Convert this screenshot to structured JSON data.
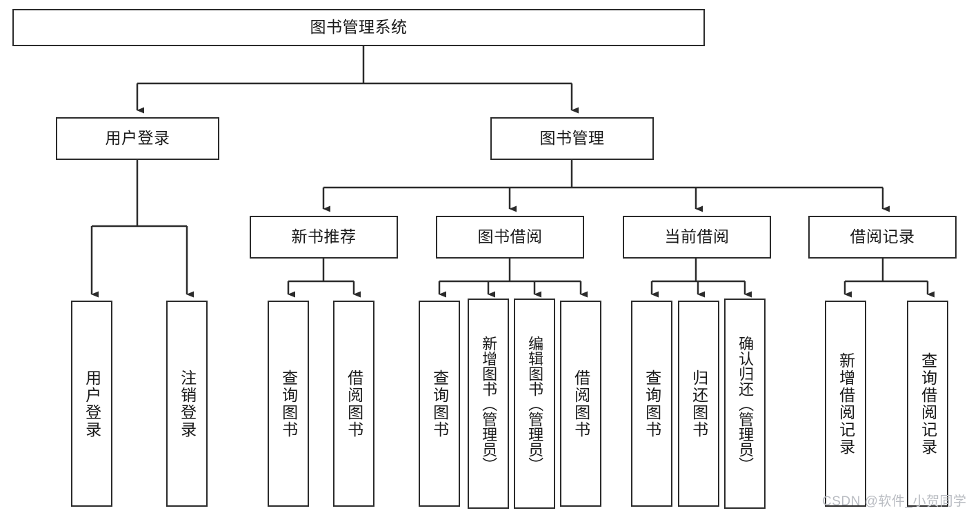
{
  "diagram": {
    "type": "tree-hierarchy-chart",
    "title": "图书管理系统",
    "stroke_color": "#2b2b2b",
    "background_color": "#ffffff",
    "text_color": "#1a1a1a",
    "levels": [
      {
        "level": 1,
        "nodes": [
          {
            "id": "root",
            "label": "图书管理系统",
            "orientation": "horizontal"
          }
        ]
      },
      {
        "level": 2,
        "nodes": [
          {
            "id": "login",
            "label": "用户登录",
            "orientation": "horizontal",
            "parent": "root"
          },
          {
            "id": "bookmgmt",
            "label": "图书管理",
            "orientation": "horizontal",
            "parent": "root"
          }
        ]
      },
      {
        "level": 3,
        "nodes": [
          {
            "id": "newbook",
            "label": "新书推荐",
            "orientation": "horizontal",
            "parent": "bookmgmt"
          },
          {
            "id": "borrow",
            "label": "图书借阅",
            "orientation": "horizontal",
            "parent": "bookmgmt"
          },
          {
            "id": "current",
            "label": "当前借阅",
            "orientation": "horizontal",
            "parent": "bookmgmt"
          },
          {
            "id": "records",
            "label": "借阅记录",
            "orientation": "horizontal",
            "parent": "bookmgmt"
          }
        ]
      },
      {
        "level": 4,
        "nodes": [
          {
            "id": "leaf1",
            "label": "用户登录",
            "orientation": "vertical",
            "parent": "login"
          },
          {
            "id": "leaf2",
            "label": "注销登录",
            "orientation": "vertical",
            "parent": "login"
          },
          {
            "id": "leaf3",
            "label": "查询图书",
            "orientation": "vertical",
            "parent": "newbook"
          },
          {
            "id": "leaf4",
            "label": "借阅图书",
            "orientation": "vertical",
            "parent": "newbook"
          },
          {
            "id": "leaf5",
            "label": "查询图书",
            "orientation": "vertical",
            "parent": "borrow"
          },
          {
            "id": "leaf6",
            "label": "新增图书（管理员）",
            "orientation": "vertical",
            "parent": "borrow"
          },
          {
            "id": "leaf7",
            "label": "编辑图书（管理员）",
            "orientation": "vertical",
            "parent": "borrow"
          },
          {
            "id": "leaf8",
            "label": "借阅图书",
            "orientation": "vertical",
            "parent": "borrow"
          },
          {
            "id": "leaf9",
            "label": "查询图书",
            "orientation": "vertical",
            "parent": "current"
          },
          {
            "id": "leaf10",
            "label": "归还图书",
            "orientation": "vertical",
            "parent": "current"
          },
          {
            "id": "leaf11",
            "label": "确认归还（管理员）",
            "orientation": "vertical",
            "parent": "current"
          },
          {
            "id": "leaf12",
            "label": "新增借阅记录",
            "orientation": "vertical",
            "parent": "records"
          },
          {
            "id": "leaf13",
            "label": "查询借阅记录",
            "orientation": "vertical",
            "parent": "records"
          }
        ]
      }
    ]
  },
  "watermark": {
    "text": "CSDN @软件_小贺同学"
  }
}
